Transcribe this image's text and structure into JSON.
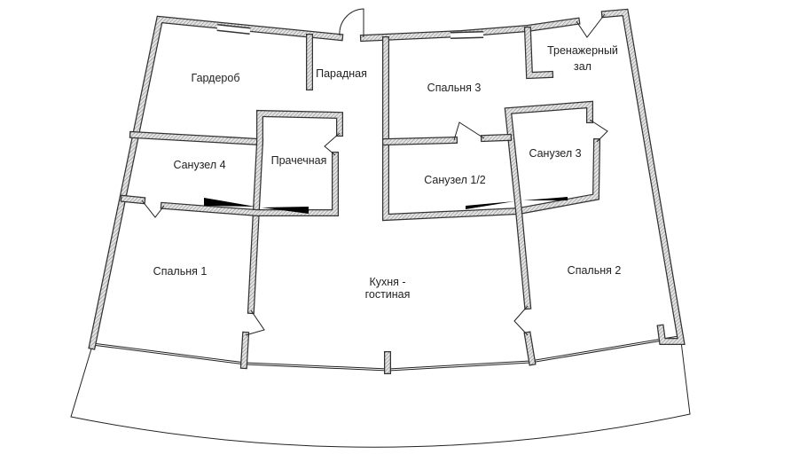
{
  "plan": {
    "rooms": {
      "wardrobe": "Гардероб",
      "entrance": "Парадная",
      "bedroom3": "Спальня 3",
      "gym_line1": "Тренажерный",
      "gym_line2": "зал",
      "bathroom4": "Санузел 4",
      "laundry": "Прачечная",
      "bathroom12": "Санузел 1/2",
      "bathroom3": "Санузел 3",
      "bedroom1": "Спальня 1",
      "kitchen_line1": "Кухня -",
      "kitchen_line2": "гостиная",
      "bedroom2": "Спальня 2"
    },
    "colors": {
      "wall_outline": "#333333",
      "wall_hatch": "#9a9a9a"
    }
  }
}
